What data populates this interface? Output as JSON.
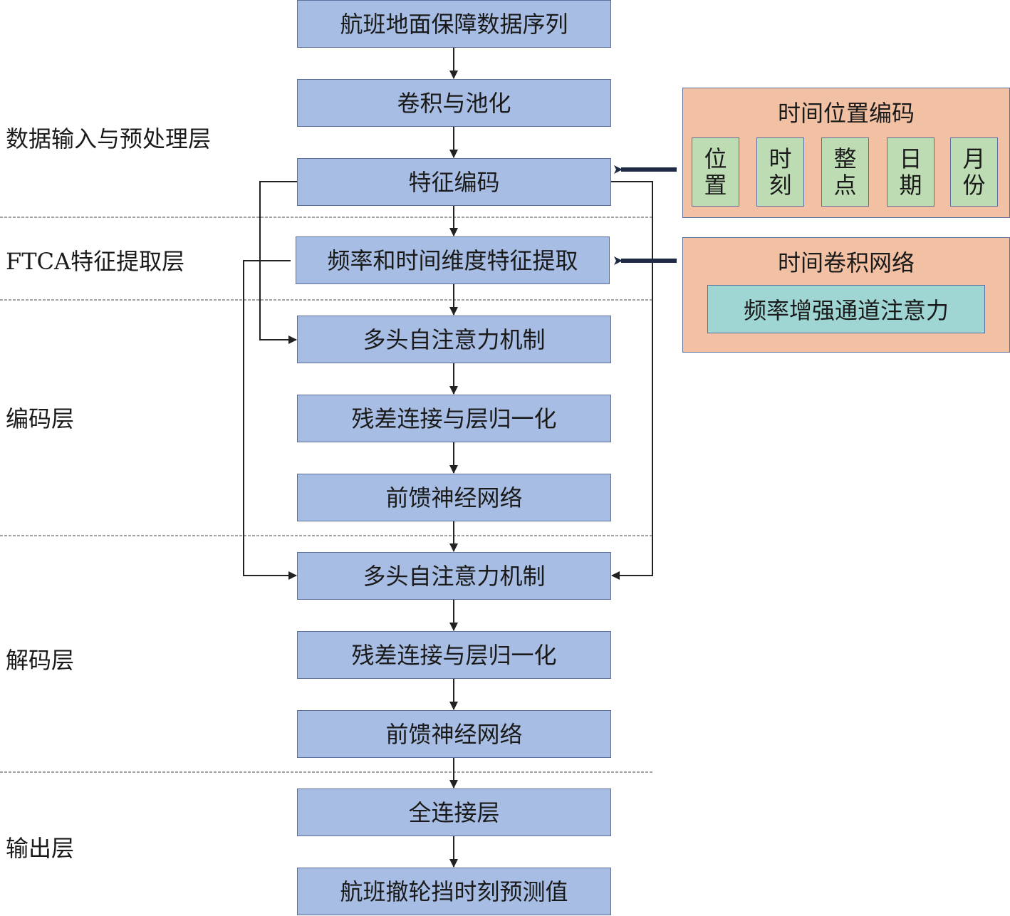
{
  "colors": {
    "flow_box": "#a7bde3",
    "panel": "#f2c0a3",
    "sub_box": "#bedcb4",
    "inner_box": "#9fd6d3",
    "border": "#5a6f9e",
    "arrow": "#222222",
    "thick_arrow": "#1f2a44"
  },
  "layers": [
    {
      "label": "数据输入与预处理层"
    },
    {
      "label": "FTCA特征提取层"
    },
    {
      "label": "编码层"
    },
    {
      "label": "解码层"
    },
    {
      "label": "输出层"
    }
  ],
  "flow": [
    {
      "label": "航班地面保障数据序列"
    },
    {
      "label": "卷积与池化"
    },
    {
      "label": "特征编码"
    },
    {
      "label": "频率和时间维度特征提取"
    },
    {
      "label": "多头自注意力机制"
    },
    {
      "label": "残差连接与层归一化"
    },
    {
      "label": "前馈神经网络"
    },
    {
      "label": "多头自注意力机制"
    },
    {
      "label": "残差连接与层归一化"
    },
    {
      "label": "前馈神经网络"
    },
    {
      "label": "全连接层"
    },
    {
      "label": "航班撤轮挡时刻预测值"
    }
  ],
  "time_position_encoding": {
    "title": "时间位置编码",
    "items": [
      {
        "line1": "位",
        "line2": "置"
      },
      {
        "line1": "时",
        "line2": "刻"
      },
      {
        "line1": "整",
        "line2": "点"
      },
      {
        "line1": "日",
        "line2": "期"
      },
      {
        "line1": "月",
        "line2": "份"
      }
    ]
  },
  "temporal_conv_network": {
    "title": "时间卷积网络",
    "inner": "频率增强通道注意力"
  }
}
